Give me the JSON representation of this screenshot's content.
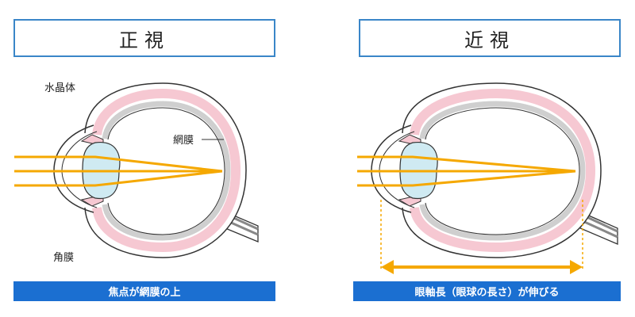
{
  "left_panel": {
    "title": "正視",
    "caption": "焦点が網膜の上",
    "labels": {
      "lens": "水晶体",
      "retina": "網膜",
      "cornea": "角膜"
    }
  },
  "right_panel": {
    "title": "近視",
    "caption": "眼軸長（眼球の長さ）が伸びる"
  },
  "colors": {
    "title_border": "#3a86c8",
    "caption_bg": "#1b6fd1",
    "light_ray": "#f5a800",
    "retina_pink": "#f6c8d2",
    "lens_blue": "#cfeaf2",
    "sclera_gray": "#cfcfcf"
  }
}
